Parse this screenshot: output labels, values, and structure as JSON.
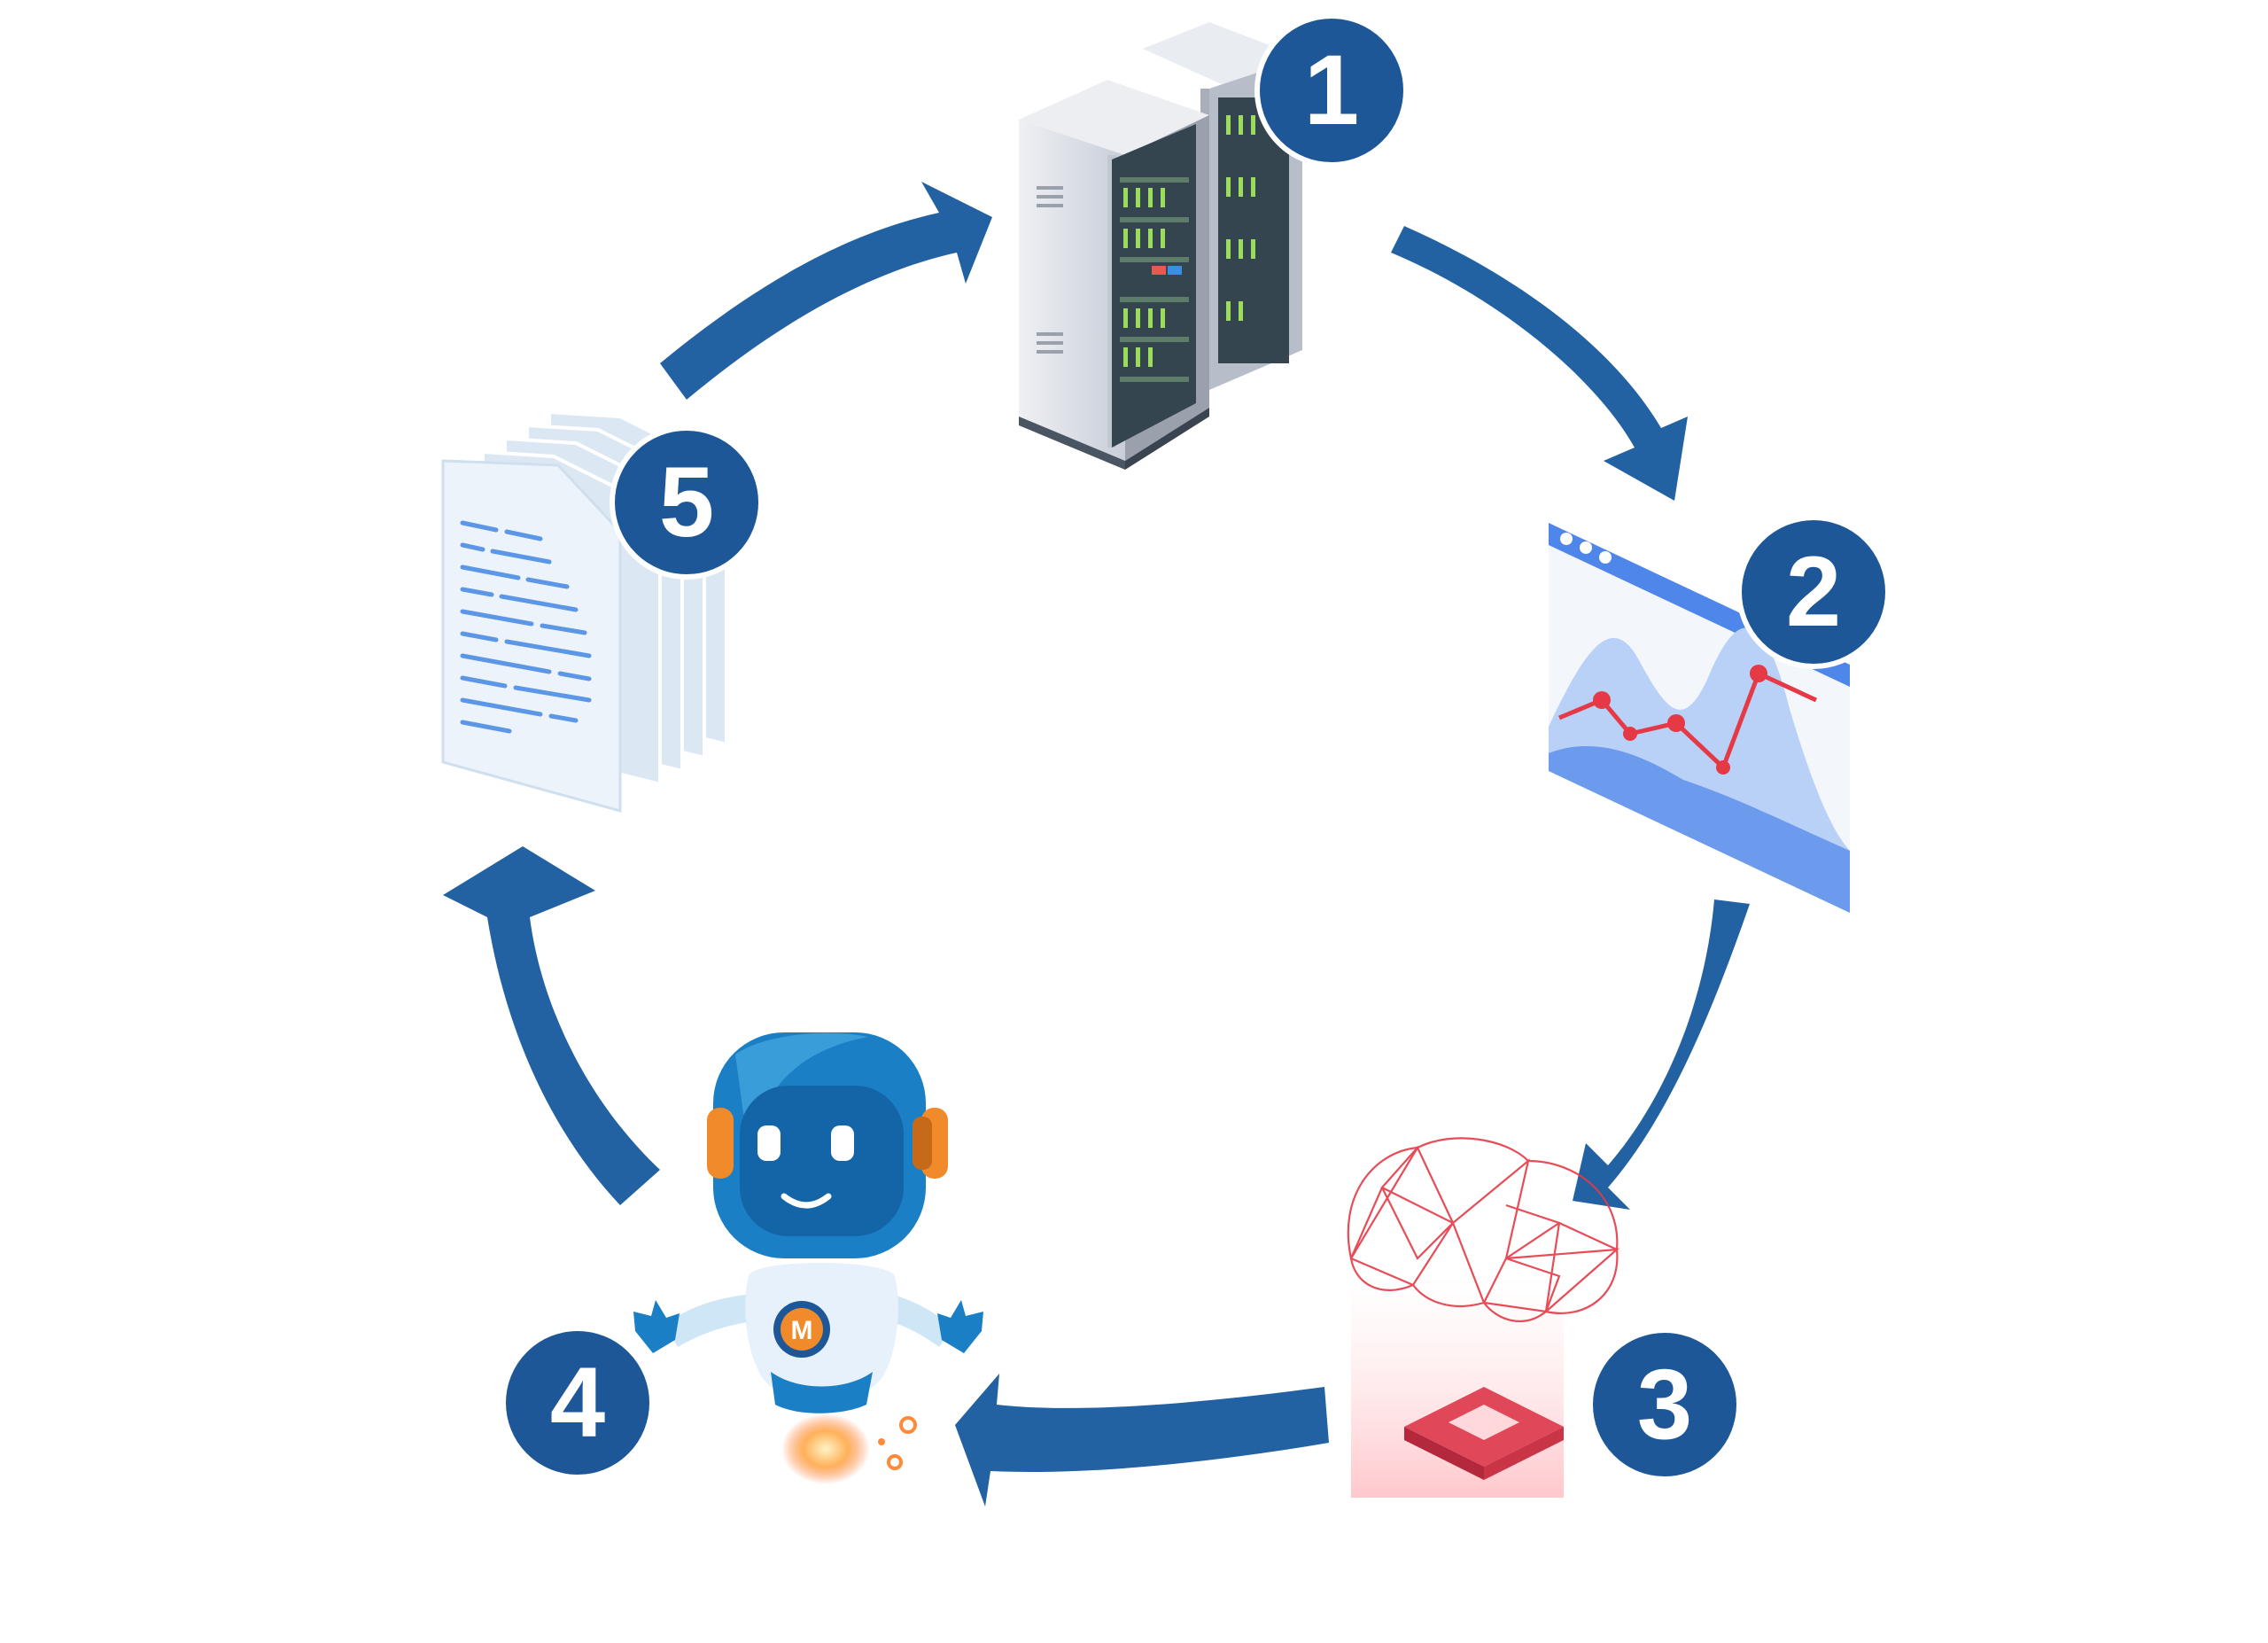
{
  "steps": [
    {
      "number": "1",
      "icon": "server-rack-icon"
    },
    {
      "number": "2",
      "icon": "analytics-chart-icon"
    },
    {
      "number": "3",
      "icon": "ai-brain-chip-icon"
    },
    {
      "number": "4",
      "icon": "robot-mascot-icon",
      "logo_letter": "M"
    },
    {
      "number": "5",
      "icon": "document-stack-icon"
    }
  ],
  "colors": {
    "arrow": "#2262A3",
    "badge": "#1E5797",
    "badge_text": "#ffffff",
    "accent_red": "#E53945",
    "robot_blue": "#1A7FC4",
    "robot_orange": "#F08A2B",
    "chart_blue": "#6C9BEE"
  }
}
